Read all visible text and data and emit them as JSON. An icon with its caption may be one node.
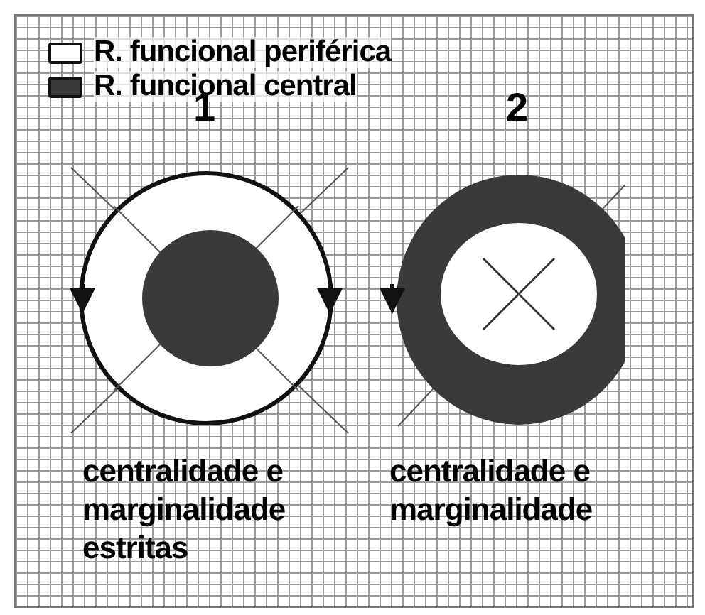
{
  "diagram": {
    "labels": [
      "1",
      "2",
      "centralidade e marginalidade estritas",
      "centralidade e marginalidade"
    ],
    "legend": [
      {
        "text": "R. funcional periférica",
        "color": "#ffffff"
      },
      {
        "text": "R. funcional central",
        "color": "#3a3a3a"
      }
    ]
  }
}
